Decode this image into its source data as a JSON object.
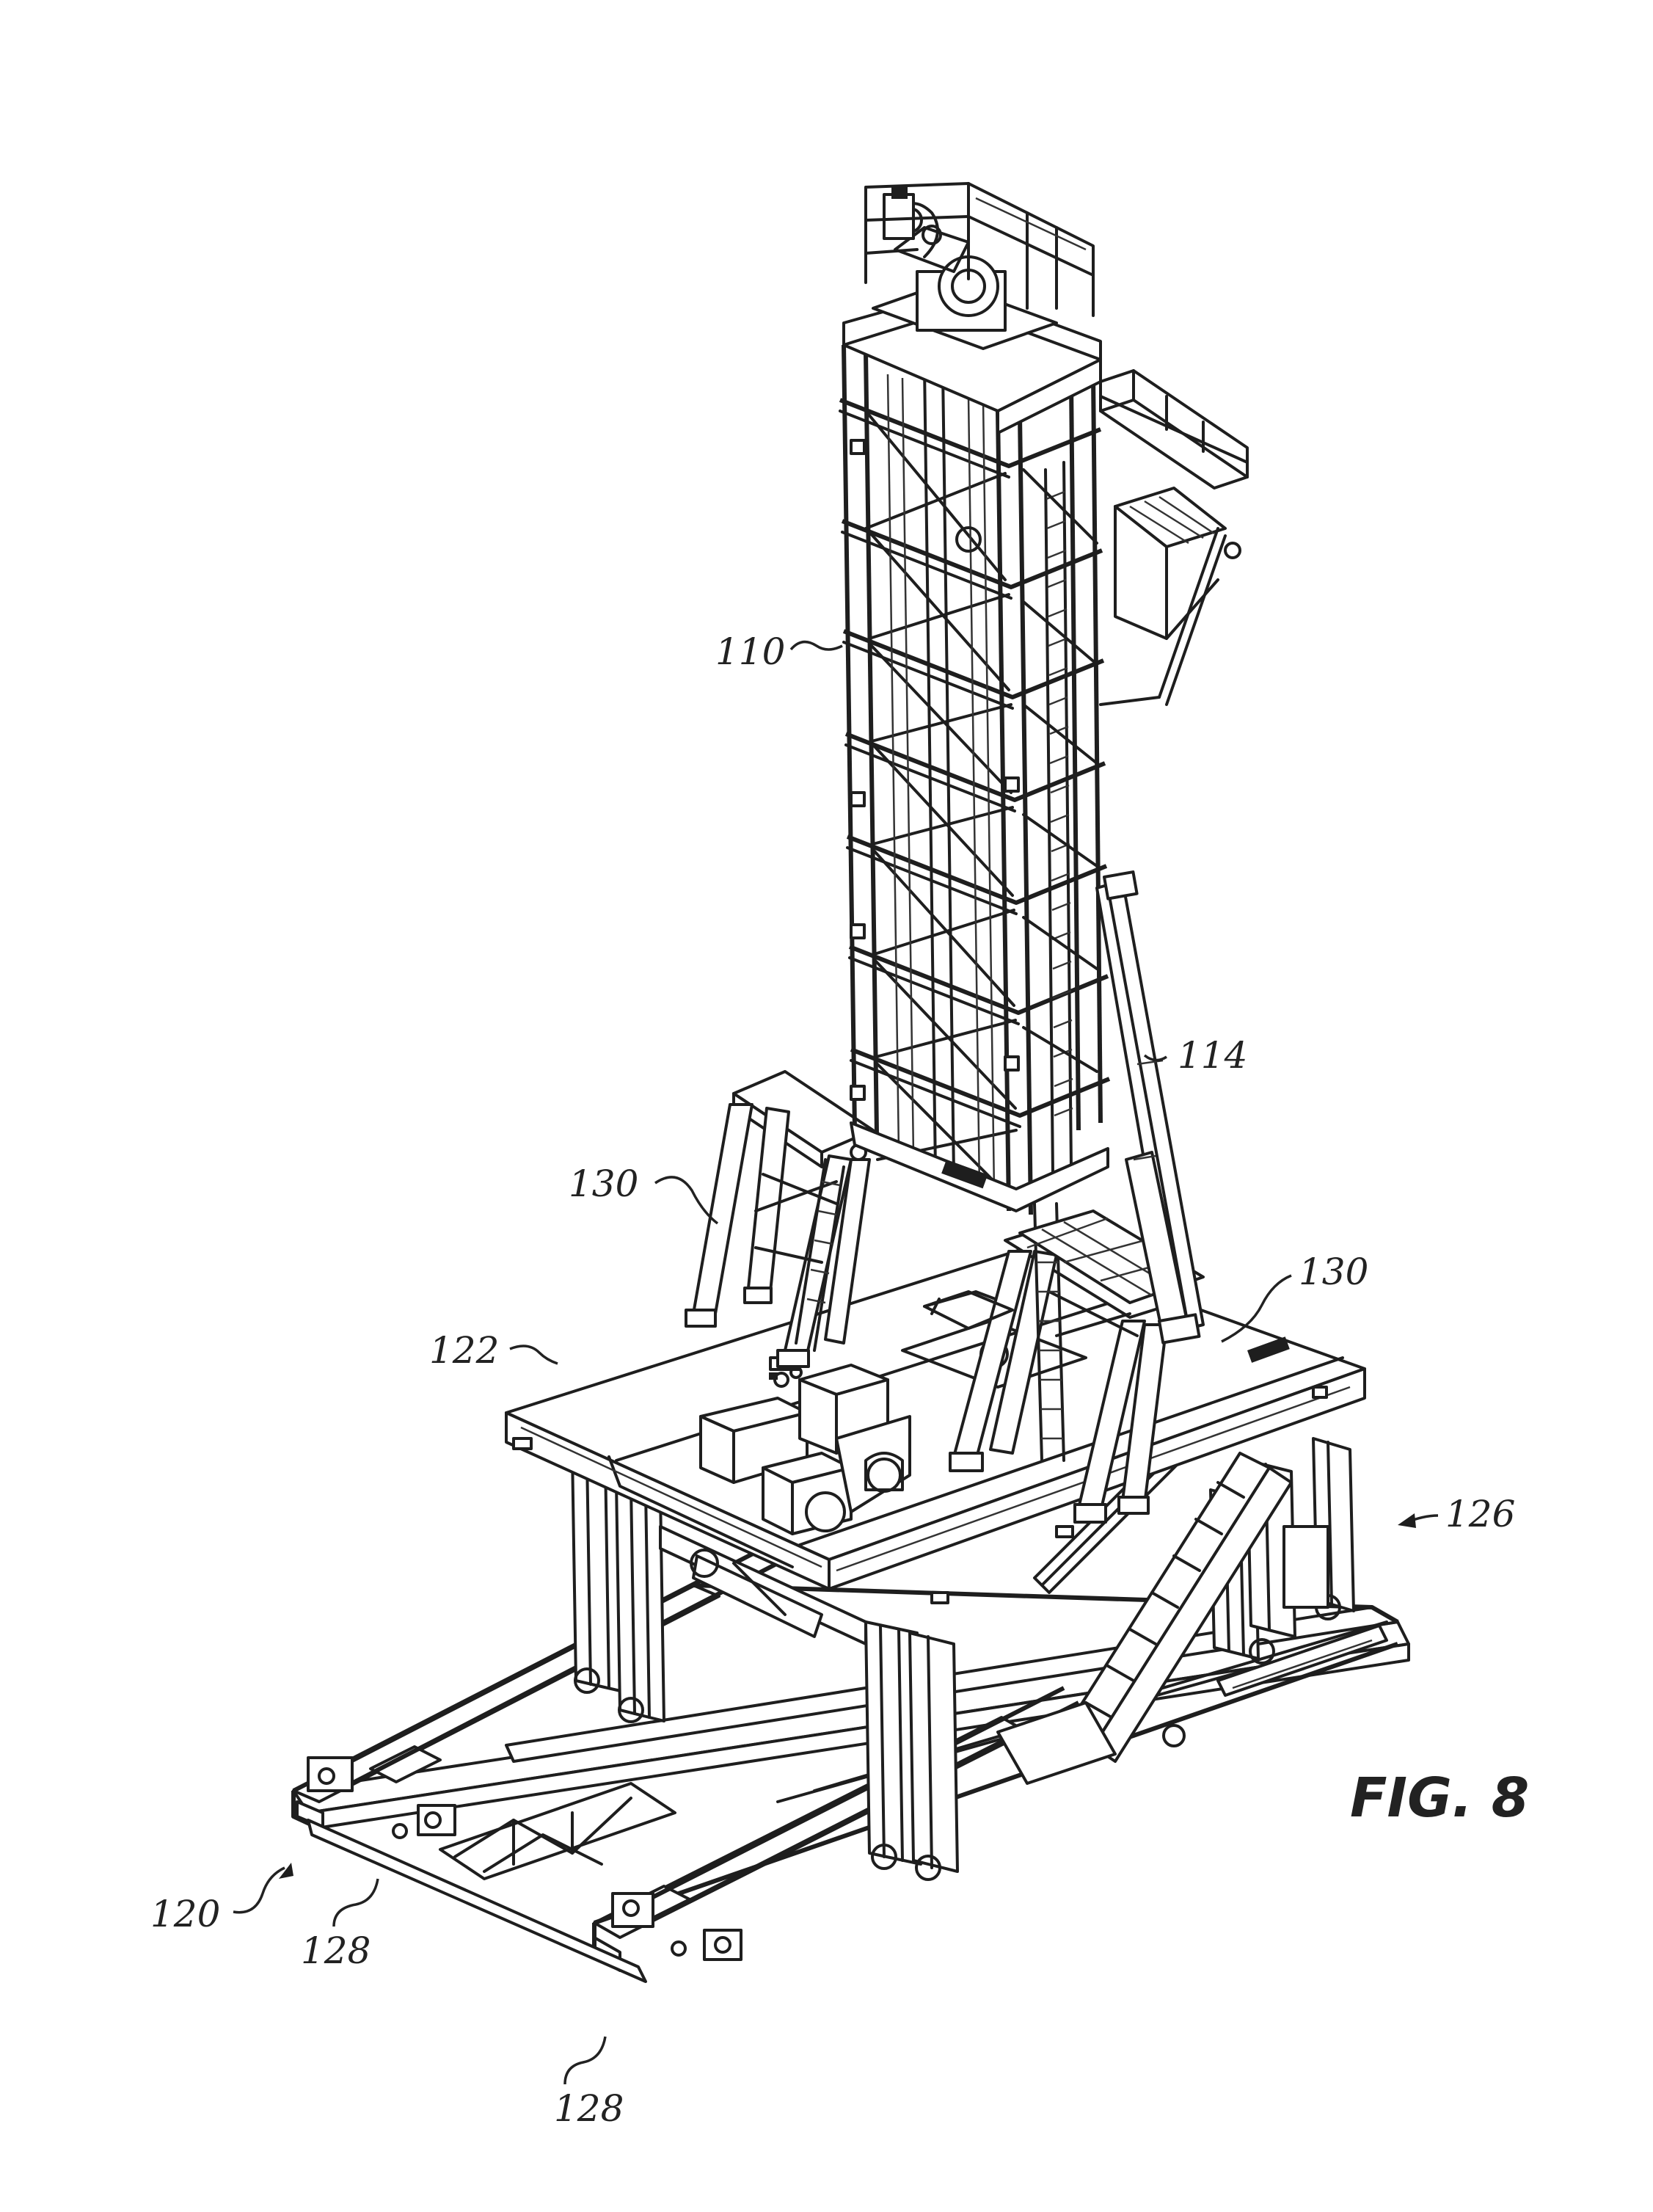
{
  "figure": {
    "title": "FIG. 8",
    "labels": [
      {
        "id": "110",
        "text": "110"
      },
      {
        "id": "114",
        "text": "114"
      },
      {
        "id": "130a",
        "text": "130"
      },
      {
        "id": "130b",
        "text": "130"
      },
      {
        "id": "122",
        "text": "122"
      },
      {
        "id": "126",
        "text": "126"
      },
      {
        "id": "120",
        "text": "120"
      },
      {
        "id": "128a",
        "text": "128"
      },
      {
        "id": "128b",
        "text": "128"
      }
    ]
  },
  "colors": {
    "line": "#1e1e1e",
    "background": "#ffffff"
  }
}
